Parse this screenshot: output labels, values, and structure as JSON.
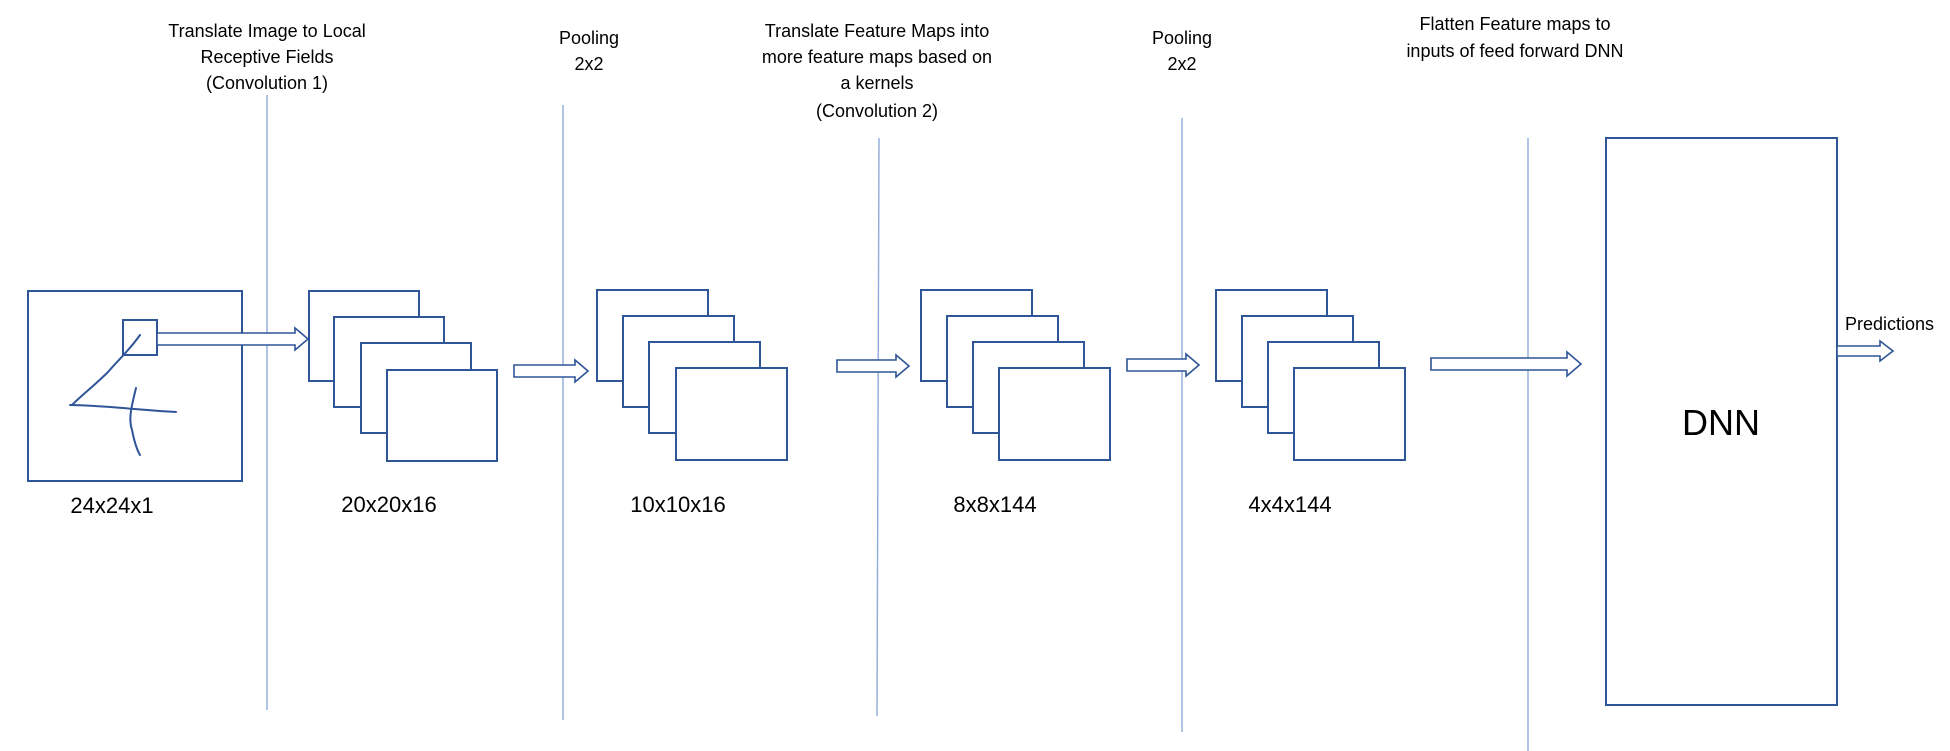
{
  "stage_labels": {
    "conv1": [
      "Translate Image to Local",
      "Receptive Fields",
      "(Convolution 1)"
    ],
    "pool1": [
      "Pooling",
      "2x2"
    ],
    "conv2": [
      "Translate Feature Maps into",
      "more feature maps based on",
      "a kernels",
      "(Convolution 2)"
    ],
    "pool2": [
      "Pooling",
      "2x2"
    ],
    "flatten": [
      "Flatten Feature maps to",
      "inputs of feed forward DNN"
    ]
  },
  "dimensions": {
    "input": "24x24x1",
    "conv1_out": "20x20x16",
    "pool1_out": "10x10x16",
    "conv2_out": "8x8x144",
    "pool2_out": "4x4x144"
  },
  "dnn_label": "DNN",
  "output_label": "Predictions",
  "colors": {
    "box_stroke": "#2f5597",
    "separator": "#8faadc",
    "text": "#000000"
  }
}
